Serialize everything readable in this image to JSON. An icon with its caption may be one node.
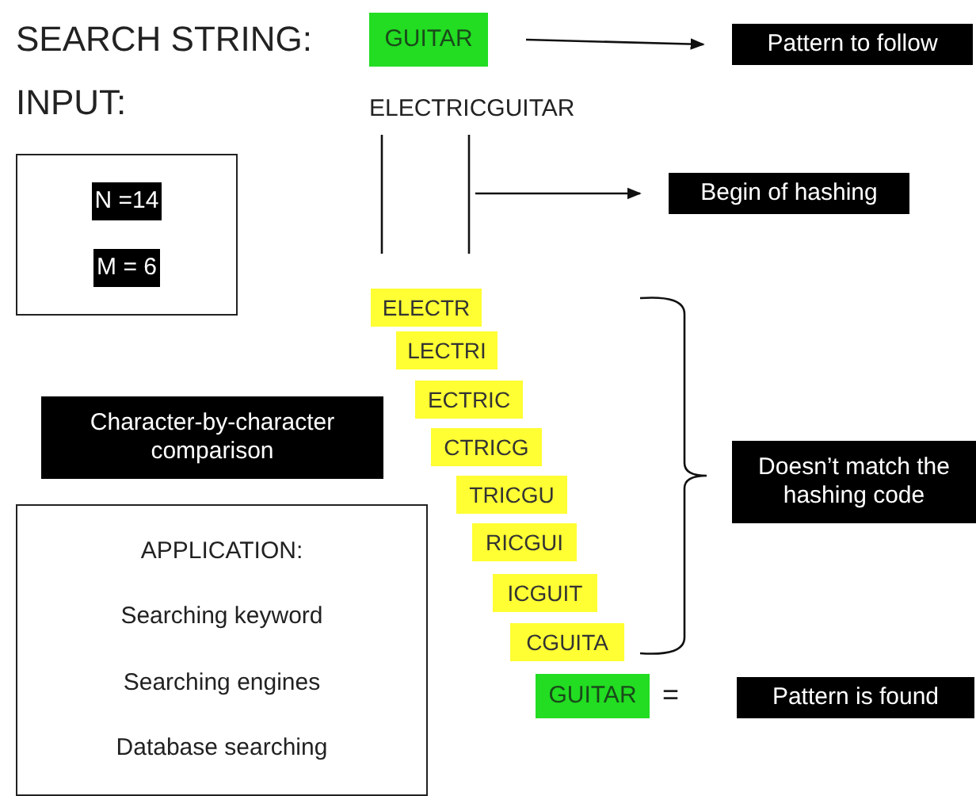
{
  "diagram": {
    "nodes": [
      {
        "text": [
          "GUITAR"
        ]
      },
      {
        "text": [
          "Pattern to follow"
        ]
      },
      {
        "text": [
          "Begin of hashing"
        ]
      },
      {
        "text": [
          "N =14",
          "M = 6"
        ]
      },
      {
        "text": [
          "APPLICATION:",
          "Searching keyword",
          "Searching engines",
          "Database searching"
        ]
      },
      {
        "text": [
          "ELECTR"
        ]
      },
      {
        "text": [
          "LECTRI"
        ]
      },
      {
        "text": [
          "ECTRIC"
        ]
      },
      {
        "text": [
          "CTRICG"
        ]
      },
      {
        "text": [
          "TRICGU"
        ]
      },
      {
        "text": [
          "RICGUI"
        ]
      },
      {
        "text": [
          "ICGUIT"
        ]
      },
      {
        "text": [
          "CGUITA"
        ]
      },
      {
        "text": [
          "GUITAR"
        ]
      },
      {
        "text": [
          "Pattern is found"
        ]
      },
      {
        "text": [
          "Doesn’t match the hashing code"
        ]
      },
      {
        "text": [
          "Character-by-character comparison"
        ]
      }
    ],
    "edges": [
      {
        "from": 0,
        "to": 1,
        "arrow": "to"
      },
      {
        "from": null,
        "to": 2,
        "arrow": "to"
      }
    ],
    "labels": [
      "SEARCH STRING:",
      "INPUT:",
      "ELECTRICGUITAR",
      "="
    ]
  }
}
